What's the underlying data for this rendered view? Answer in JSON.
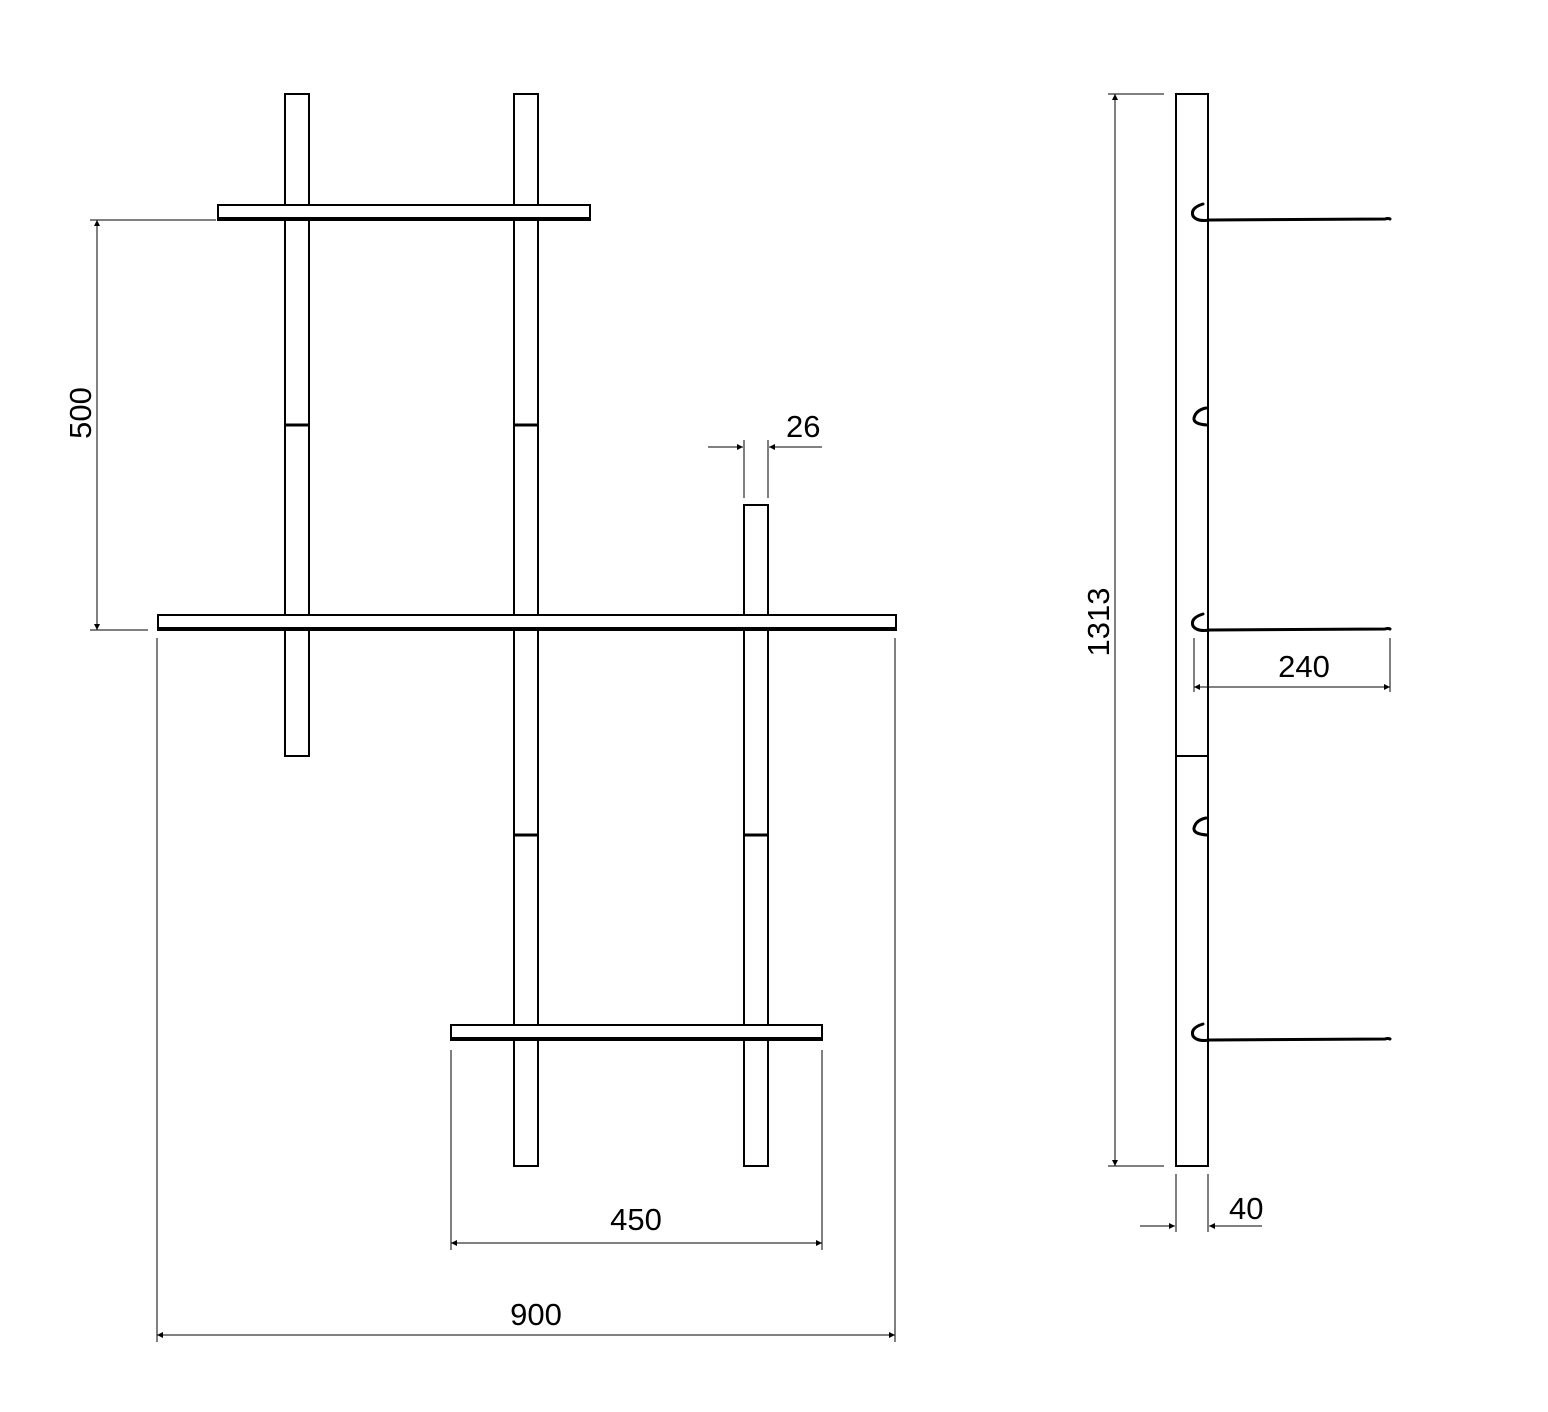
{
  "front_view": {
    "dimensions": {
      "shelf_spacing": "500",
      "post_width": "26",
      "lower_shelf_width": "450",
      "overall_width": "900"
    }
  },
  "side_view": {
    "dimensions": {
      "overall_height": "1313",
      "shelf_depth": "240",
      "post_depth": "40"
    }
  }
}
